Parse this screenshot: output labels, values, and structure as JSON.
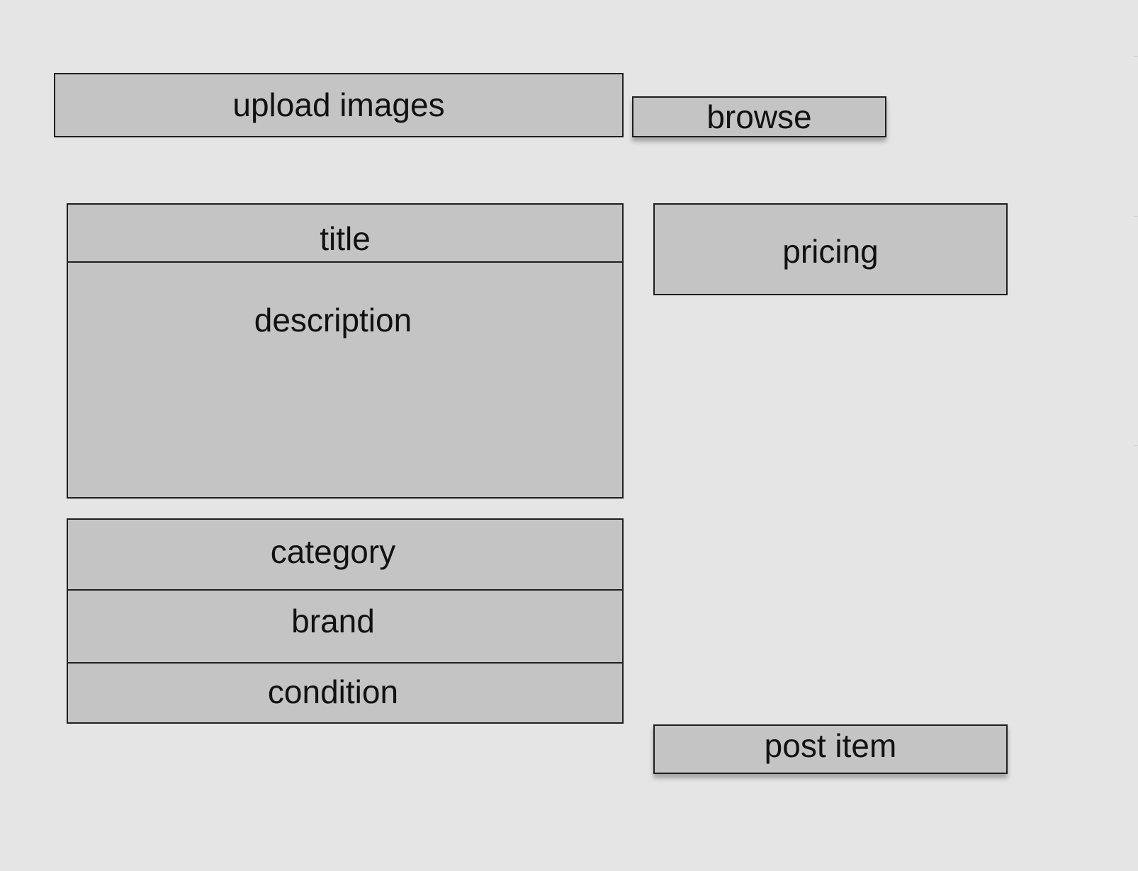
{
  "upload": {
    "label": "upload images",
    "browse_label": "browse"
  },
  "details": {
    "title_label": "title",
    "description_label": "description"
  },
  "pricing": {
    "label": "pricing"
  },
  "attributes": {
    "category_label": "category",
    "brand_label": "brand",
    "condition_label": "condition"
  },
  "actions": {
    "post_label": "post item"
  },
  "colors": {
    "background": "#e5e5e5",
    "box_fill": "#c4c4c4",
    "border": "#1f1f1f"
  }
}
